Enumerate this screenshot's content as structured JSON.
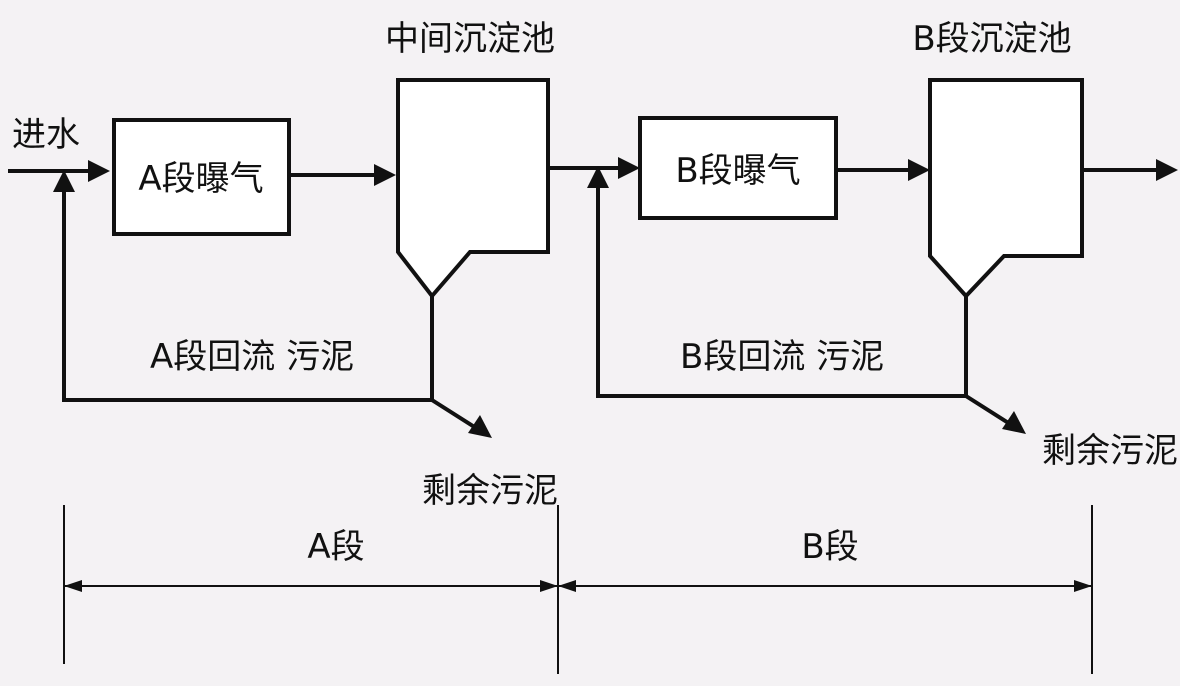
{
  "inflow_label": "进水",
  "stage_a": {
    "aeration_label": "A段曝气",
    "settling_tank_label": "中间沉淀池",
    "return_sludge_label": "A段回流 污泥",
    "excess_sludge_label": "剩余污泥",
    "span_label": "A段"
  },
  "stage_b": {
    "aeration_label": "B段曝气",
    "settling_tank_label": "B段沉淀池",
    "return_sludge_label": "B段回流 污泥",
    "excess_sludge_label": "剩余污泥",
    "span_label": "B段"
  },
  "colors": {
    "background": "#f4f2f4",
    "line": "#111111",
    "box_fill": "#ffffff"
  }
}
